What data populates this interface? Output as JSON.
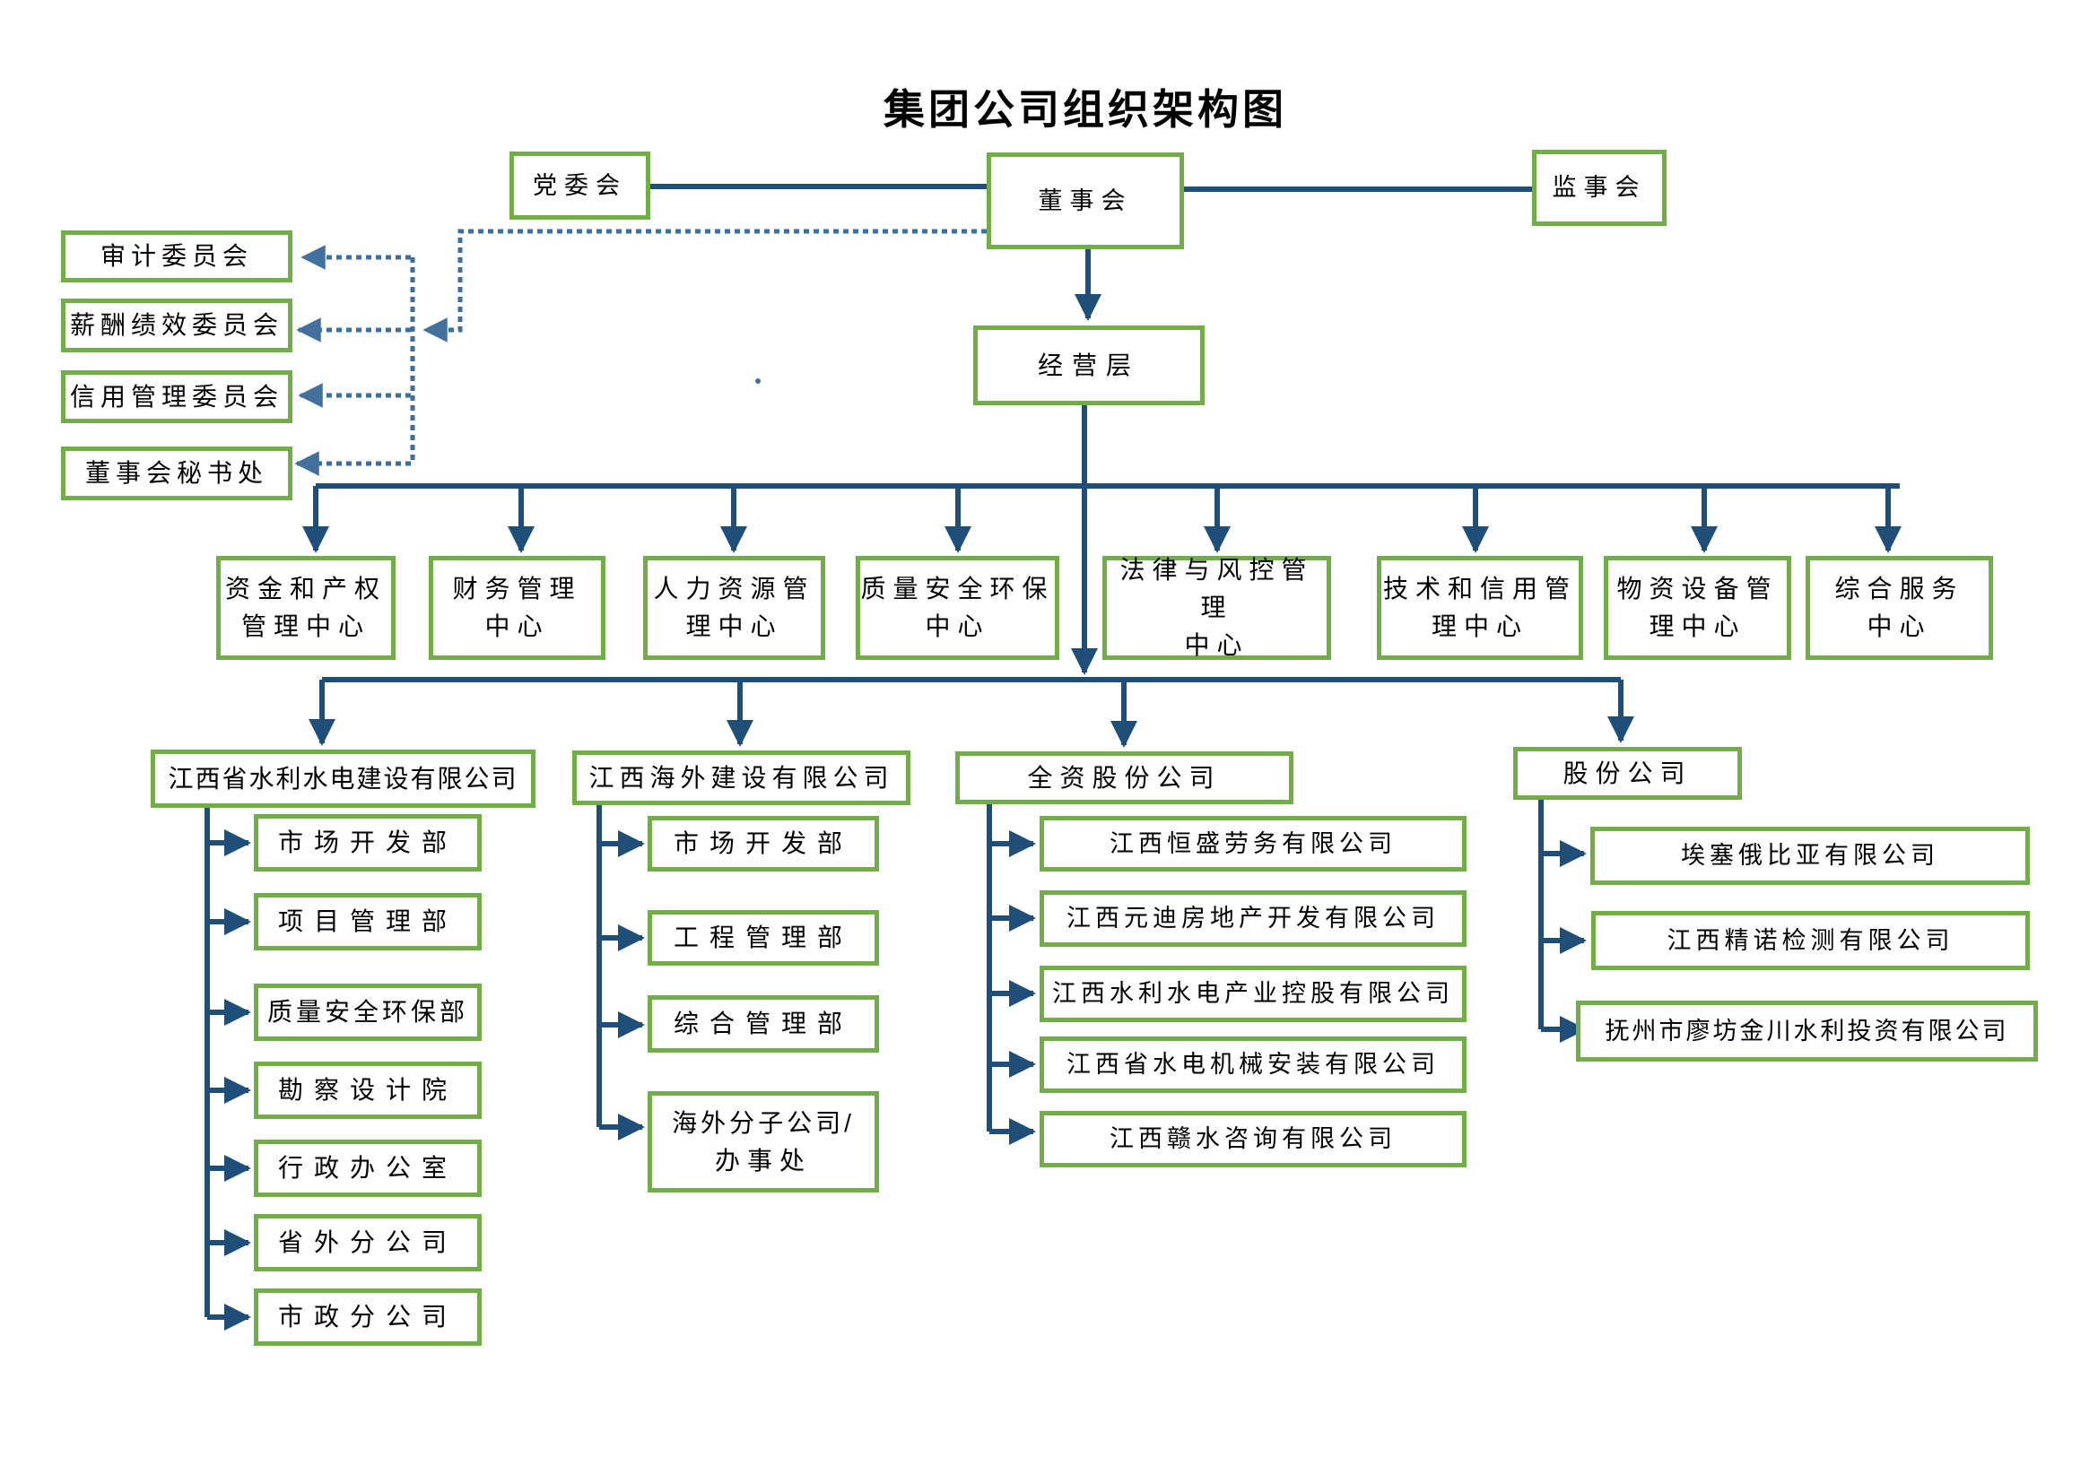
{
  "title": "集团公司组织架构图",
  "top_row": {
    "party_committee": "党委会",
    "board": "董事会",
    "supervisory_board": "监事会"
  },
  "management_layer": "经营层",
  "board_committees": [
    "审计委员会",
    "薪酬绩效委员会",
    "信用管理委员会",
    "董事会秘书处"
  ],
  "centers": [
    {
      "l1": "资金和产权",
      "l2": "管理中心"
    },
    {
      "l1": "财务管理",
      "l2": "中心"
    },
    {
      "l1": "人力资源管",
      "l2": "理中心"
    },
    {
      "l1": "质量安全环保",
      "l2": "中心"
    },
    {
      "l1": "法律与风控管理",
      "l2": "中心"
    },
    {
      "l1": "技术和信用管",
      "l2": "理中心"
    },
    {
      "l1": "物资设备管",
      "l2": "理中心"
    },
    {
      "l1": "综合服务",
      "l2": "中心"
    }
  ],
  "subsidiaries": [
    {
      "name": "江西省水利水电建设有限公司",
      "items": [
        "市场开发部",
        "项目管理部",
        "质量安全环保部",
        "勘察设计院",
        "行政办公室",
        "省外分公司",
        "市政分公司"
      ]
    },
    {
      "name": "江西海外建设有限公司",
      "items": [
        "市场开发部",
        "工程管理部",
        "综合管理部"
      ],
      "item_two_line": {
        "l1": "海外分子公司/",
        "l2": "办事处"
      }
    },
    {
      "name": "全资股份公司",
      "items": [
        "江西恒盛劳务有限公司",
        "江西元迪房地产开发有限公司",
        "江西水利水电产业控股有限公司",
        "江西省水电机械安装有限公司",
        "江西赣水咨询有限公司"
      ]
    },
    {
      "name": "股份公司",
      "items": [
        "埃塞俄比亚有限公司",
        "江西精诺检测有限公司",
        "抚州市廖坊金川水利投资有限公司"
      ]
    }
  ],
  "colors": {
    "box_border_green": "#70AD47",
    "solid_line_blue": "#1F4E79",
    "dotted_line_blue": "#3A6EA5",
    "dotted_arrow_blue": "#41719C",
    "title_text": "#000000"
  }
}
